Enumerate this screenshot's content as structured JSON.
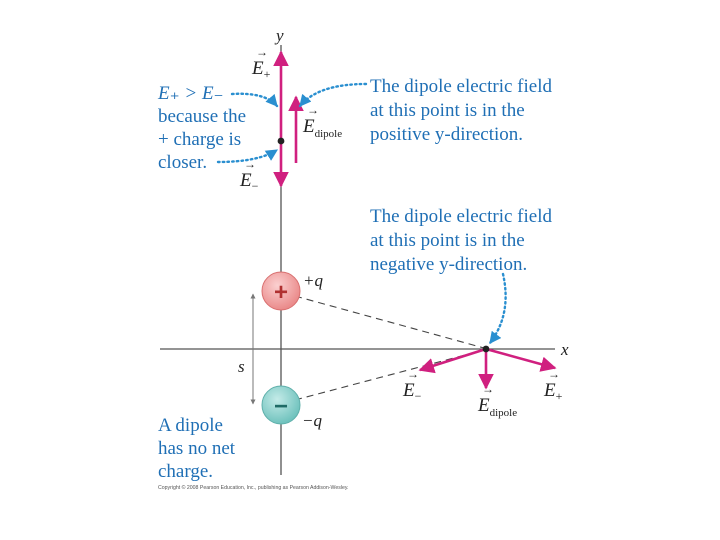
{
  "axes": {
    "y_label": "y",
    "x_label": "x"
  },
  "charges": {
    "positive": {
      "symbol": "+",
      "label": "+q"
    },
    "negative": {
      "symbol": "−",
      "label": "−q"
    },
    "separation_label": "s"
  },
  "top_point": {
    "e_plus_label": "E",
    "e_plus_subscript": "+",
    "e_minus_label": "E",
    "e_minus_subscript": "−",
    "e_dipole_label": "E",
    "e_dipole_subscript": "dipole"
  },
  "bottom_point": {
    "e_minus_label": "E",
    "e_minus_subscript": "−",
    "e_plus_label": "E",
    "e_plus_subscript": "+",
    "e_dipole_label": "E",
    "e_dipole_subscript": "dipole"
  },
  "annotations": {
    "comparison": [
      "E₊ > E₋",
      "because the",
      "+ charge is",
      "closer."
    ],
    "top_field": [
      "The dipole electric field",
      "at this point is in the",
      "positive y-direction."
    ],
    "bottom_field": [
      "The dipole electric field",
      "at this point is in the",
      "negative y-direction."
    ],
    "net_charge": [
      "A dipole",
      "has no net",
      "charge."
    ]
  },
  "copyright": "Copyright © 2008 Pearson Education, Inc., publishing as Pearson Addison-Wesley.",
  "colors": {
    "field_arrow": "#d0207f",
    "annotation_text": "#1f6fb5",
    "annotation_dots": "#2a8fd0",
    "positive_charge": "#f2a0a0",
    "negative_charge": "#8fd0cc",
    "axis": "#555555"
  }
}
